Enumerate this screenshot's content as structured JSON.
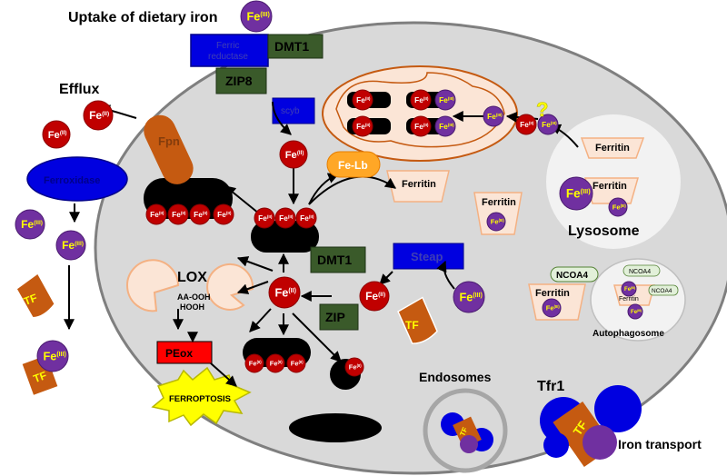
{
  "title": "Uptake of dietary iron",
  "labels": {
    "efflux": "Efflux",
    "fpn": "Fpn",
    "ferroxidase": "Ferroxidase",
    "ferric_reductase_1": "Ferric",
    "ferric_reductase_2": "reductase",
    "dmt1_top": "DMT1",
    "zip8": "ZIP8",
    "scyb": "scyb",
    "fe_lb": "Fe-Lb",
    "ferritin": "Ferritin",
    "lysosome": "Lysosome",
    "ncoa4": "NCOA4",
    "autophagosome": "Autophagosome",
    "steap": "Steap",
    "dmt1_mid": "DMT1",
    "zip": "ZIP",
    "lox": "LOX",
    "aa_ooh": "AA-OOH",
    "hooh": "HOOH",
    "peox": "PEox",
    "ferroptosis": "FERROPTOSIS",
    "endosomes": "Endosomes",
    "tfr1": "Tfr1",
    "iron_transport": "Iron transport",
    "tf": "TF",
    "question": "?"
  },
  "ions": {
    "fe2": "Fe(II)",
    "fe3": "Fe(III)",
    "fe_base": "Fe",
    "ox2": "(II)",
    "ox3": "(III)"
  },
  "colors": {
    "cell": "#d9d9d9",
    "fe2": "#c00000",
    "fe3": "#7030a0",
    "transporter_green": "#3a5a2a",
    "blue": "#0000e0",
    "fpn_orange": "#c55a11",
    "ferritin": "#fbe5d6",
    "peox_red": "#ff0000",
    "ferroptosis_yellow": "#ffff00"
  }
}
